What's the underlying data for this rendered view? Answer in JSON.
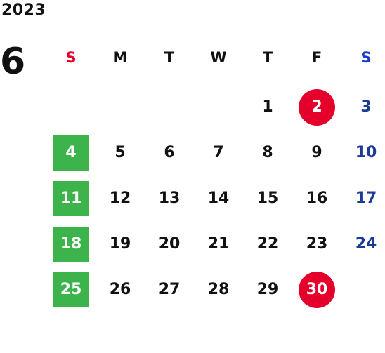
{
  "calendar": {
    "year": "2023",
    "month": "6",
    "weekdays": [
      {
        "label": "S",
        "color": "#e4002b"
      },
      {
        "label": "M",
        "color": "#111111"
      },
      {
        "label": "T",
        "color": "#111111"
      },
      {
        "label": "W",
        "color": "#111111"
      },
      {
        "label": "T",
        "color": "#111111"
      },
      {
        "label": "F",
        "color": "#111111"
      },
      {
        "label": "S",
        "color": "#1a3cc8"
      }
    ],
    "weeks": [
      [
        "",
        "",
        "",
        "",
        "1",
        "2",
        "3"
      ],
      [
        "4",
        "5",
        "6",
        "7",
        "8",
        "9",
        "10"
      ],
      [
        "11",
        "12",
        "13",
        "14",
        "15",
        "16",
        "17"
      ],
      [
        "18",
        "19",
        "20",
        "21",
        "22",
        "23",
        "24"
      ],
      [
        "25",
        "26",
        "27",
        "28",
        "29",
        "30",
        ""
      ]
    ],
    "marks": {
      "green_square": [
        "4",
        "11",
        "18",
        "25"
      ],
      "red_circle": [
        "2",
        "30"
      ]
    },
    "colors": {
      "green": "#3cb44b",
      "red": "#e4002b",
      "saturday_blue": "#1a3c94"
    }
  }
}
